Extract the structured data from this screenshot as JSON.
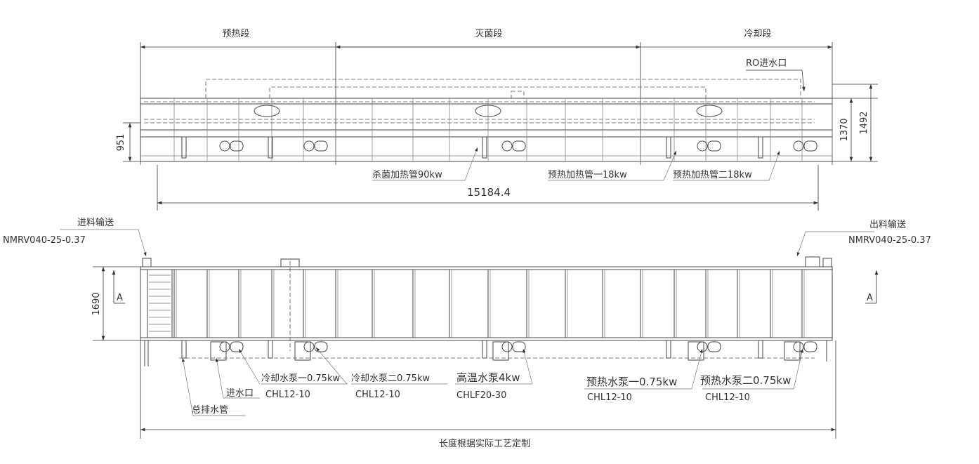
{
  "top_view": {
    "sections": [
      "预热段",
      "灭菌段",
      "冷却段"
    ],
    "ro_inlet": "RO进水口",
    "dim_height_left": "951",
    "dim_height_right_1": "1370",
    "dim_height_right_2": "1492",
    "dim_length": "15184.4",
    "heater_sterilize": "杀菌加热管90kw",
    "heater_preheat_1": "预热加热管一18kw",
    "heater_preheat_2": "预热加热管二18kw"
  },
  "front_view": {
    "infeed_label": "进料输送",
    "infeed_model": "NMRV040-25-0.37",
    "outfeed_label": "出料输送",
    "outfeed_model": "NMRV040-25-0.37",
    "dim_height": "1690",
    "section_mark_left": "A",
    "section_mark_right": "A",
    "cool_pump_1": "冷却水泵一0.75kw",
    "cool_pump_1_model": "CHL12-10",
    "water_inlet": "进水口",
    "main_drain": "总排水管",
    "cool_pump_2": "冷却水泵二0.75kw",
    "cool_pump_2_model": "CHL12-10",
    "hot_pump": "高温水泵4kw",
    "hot_pump_model": "CHLF20-30",
    "preheat_pump_1": "预热水泵一0.75kw",
    "preheat_pump_1_model": "CHL12-10",
    "preheat_pump_2": "预热水泵二0.75kw",
    "preheat_pump_2_model": "CHL12-10",
    "length_note": "长度根据实际工艺定制"
  }
}
